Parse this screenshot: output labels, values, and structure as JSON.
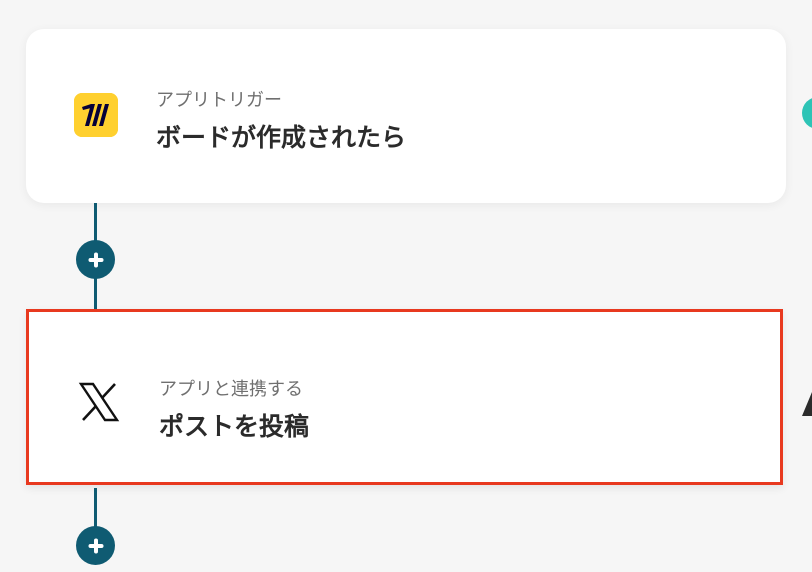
{
  "flow": {
    "trigger": {
      "app_icon": "miro-icon",
      "subtitle": "アプリトリガー",
      "title": "ボードが作成されたら"
    },
    "action": {
      "app_icon": "x-logo-icon",
      "subtitle": "アプリと連携する",
      "title": "ポストを投稿",
      "highlight_color": "#e8391f"
    },
    "add_step_icon": "plus-icon"
  },
  "colors": {
    "connector": "#0f5b72",
    "miro_brand": "#ffd02f",
    "background": "#f6f6f6"
  }
}
